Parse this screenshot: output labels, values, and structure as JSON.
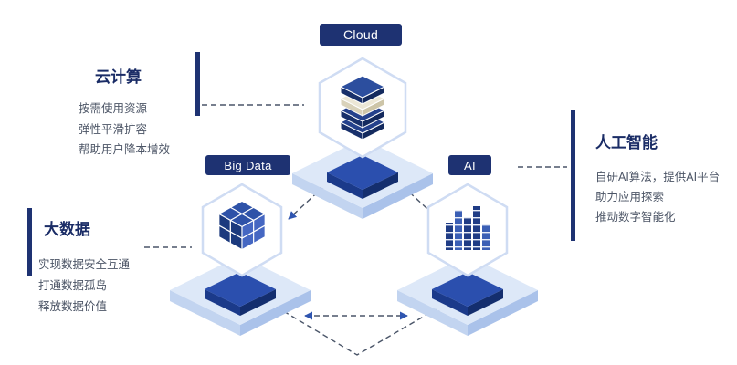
{
  "diagram": {
    "nodes": {
      "cloud": {
        "label": "Cloud"
      },
      "bigdata": {
        "label": "Big Data"
      },
      "ai": {
        "label": "AI"
      }
    },
    "callouts": {
      "cloud": {
        "title": "云计算",
        "lines": [
          "按需使用资源",
          "弹性平滑扩容",
          "帮助用户降本增效"
        ]
      },
      "bigdata": {
        "title": "大数据",
        "lines": [
          "实现数据安全互通",
          "打通数据孤岛",
          "释放数据价值"
        ]
      },
      "ai": {
        "title": "人工智能",
        "lines": [
          "自研AI算法，提供AI平台",
          "助力应用探索",
          "推动数字智能化"
        ]
      }
    },
    "icons": {
      "cloud": "layer-stack-icon",
      "bigdata": "cube-cluster-icon",
      "ai": "data-bars-icon"
    },
    "colors": {
      "navy": "#1e3272",
      "accent": "#2b4fae",
      "platform_light": "#dde8f8",
      "hex_border": "#cfdcf3",
      "dash": "#4a5568"
    }
  }
}
